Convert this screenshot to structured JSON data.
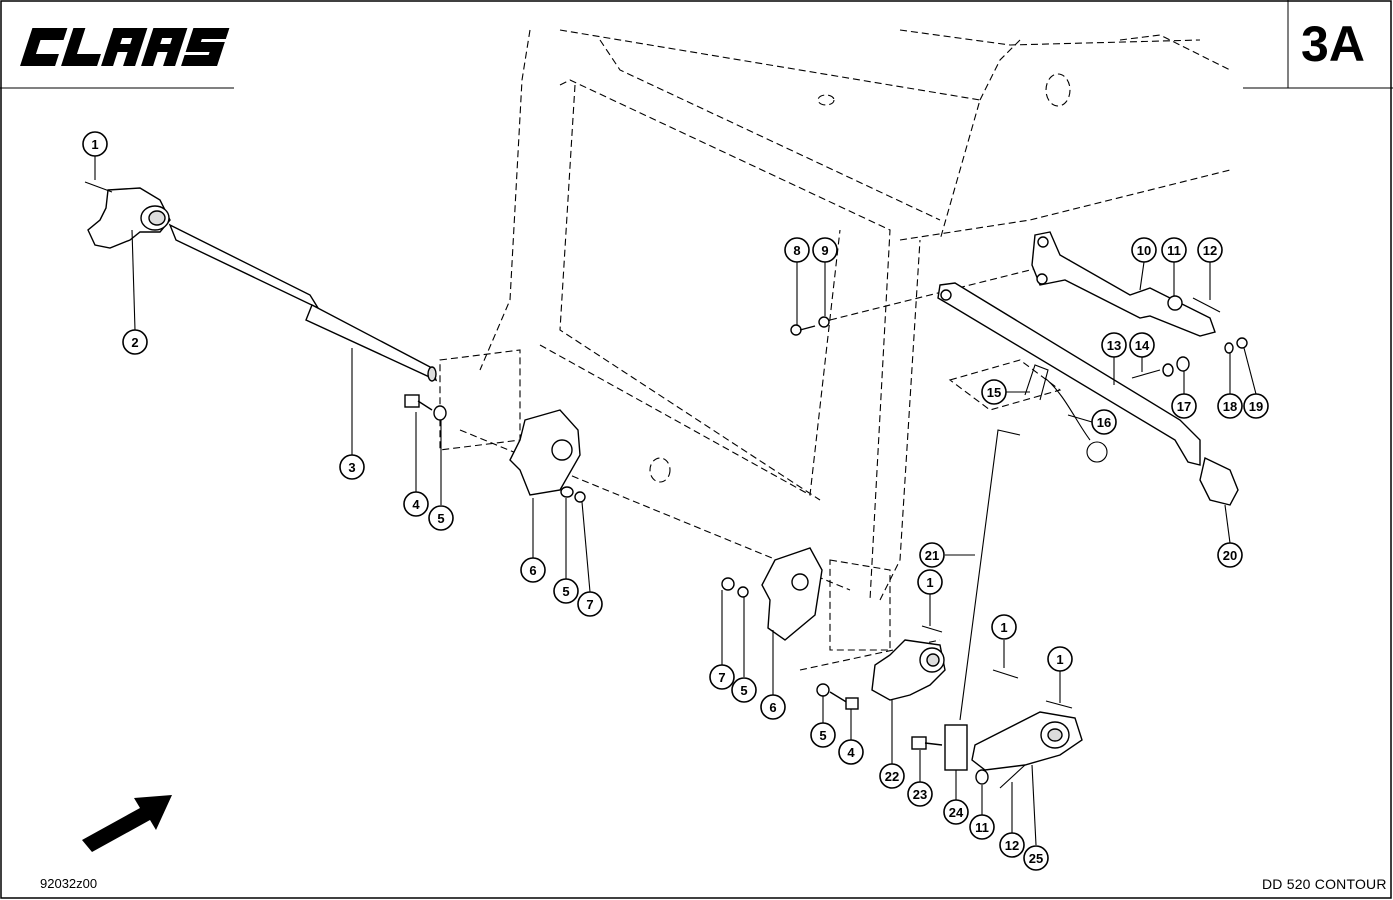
{
  "header": {
    "brand": "CLAAS",
    "page_code": "3A"
  },
  "footer": {
    "drawing_number": "92032z00",
    "model": "DD 520 CONTOUR"
  },
  "callouts": [
    {
      "n": "1"
    },
    {
      "n": "2"
    },
    {
      "n": "3"
    },
    {
      "n": "4"
    },
    {
      "n": "5"
    },
    {
      "n": "6"
    },
    {
      "n": "5"
    },
    {
      "n": "7"
    },
    {
      "n": "8"
    },
    {
      "n": "9"
    },
    {
      "n": "10"
    },
    {
      "n": "11"
    },
    {
      "n": "12"
    },
    {
      "n": "13"
    },
    {
      "n": "14"
    },
    {
      "n": "15"
    },
    {
      "n": "16"
    },
    {
      "n": "17"
    },
    {
      "n": "18"
    },
    {
      "n": "19"
    },
    {
      "n": "20"
    },
    {
      "n": "21"
    },
    {
      "n": "1"
    },
    {
      "n": "7"
    },
    {
      "n": "5"
    },
    {
      "n": "6"
    },
    {
      "n": "5"
    },
    {
      "n": "4"
    },
    {
      "n": "22"
    },
    {
      "n": "1"
    },
    {
      "n": "1"
    },
    {
      "n": "23"
    },
    {
      "n": "24"
    },
    {
      "n": "11"
    },
    {
      "n": "12"
    },
    {
      "n": "25"
    }
  ],
  "icons": {
    "direction_arrow": "arrow-up-right-icon"
  }
}
